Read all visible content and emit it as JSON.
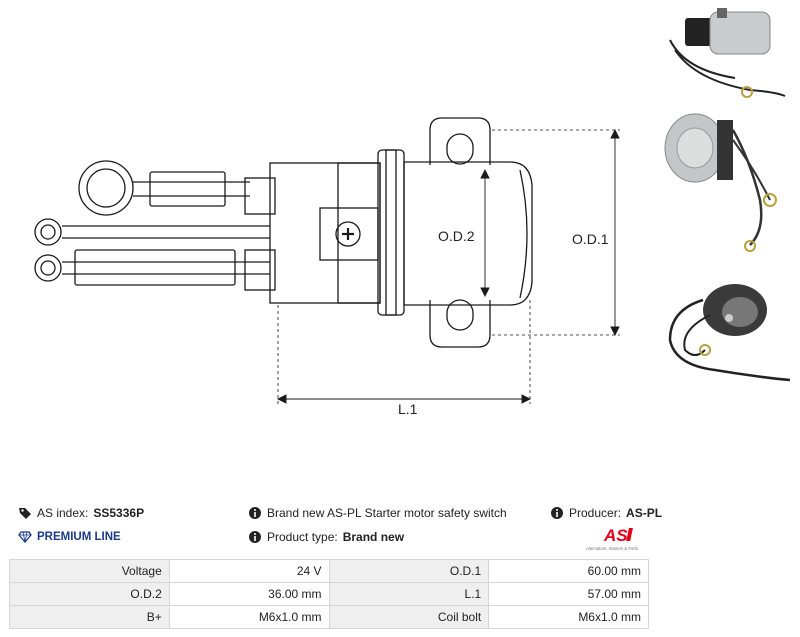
{
  "drawing": {
    "label_od1": "O.D.1",
    "label_od2": "O.D.2",
    "label_l1": "L.1"
  },
  "info": {
    "as_index_label": "AS index:",
    "as_index_value": "SS5336P",
    "description": "Brand new AS-PL Starter motor safety switch",
    "producer_label": "Producer:",
    "producer_value": "AS-PL",
    "premium_line": "PREMIUM LINE",
    "product_type_label": "Product type:",
    "product_type_value": "Brand new"
  },
  "logo": {
    "mark": "AS",
    "tagline": "Alternators, Starters & Parts",
    "color": "#e3001b"
  },
  "specs": [
    {
      "l1": "Voltage",
      "v1": "24 V",
      "l2": "O.D.1",
      "v2": "60.00 mm"
    },
    {
      "l1": "O.D.2",
      "v1": "36.00 mm",
      "l2": "L.1",
      "v2": "57.00 mm"
    },
    {
      "l1": "B+",
      "v1": "M6x1.0 mm",
      "l2": "Coil bolt",
      "v2": "M6x1.0 mm"
    }
  ],
  "icons": {
    "tag": "tag-icon",
    "info": "info-icon",
    "diamond": "diamond-icon"
  }
}
